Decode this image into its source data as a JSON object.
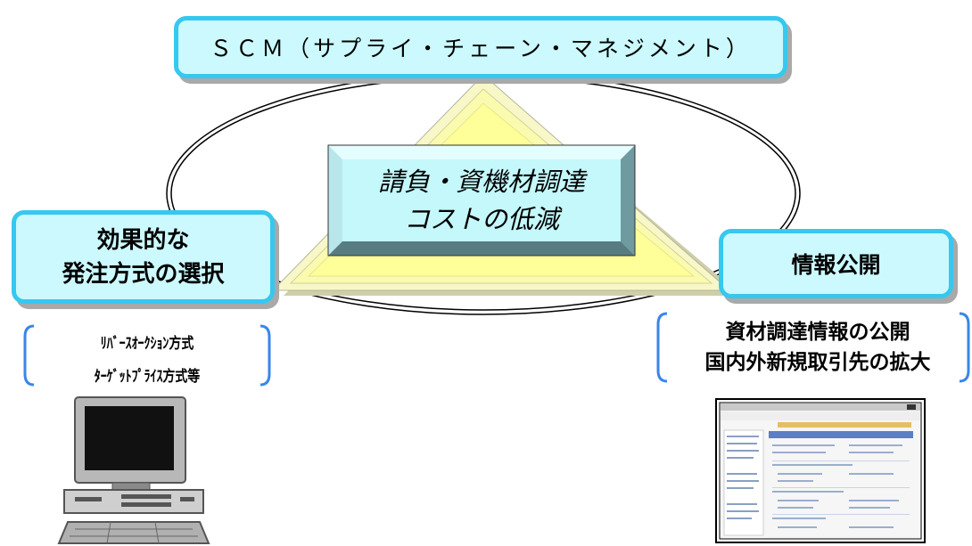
{
  "scm_title": "ＳＣＭ（サプライ・チェーン・マネジメント）",
  "center": {
    "line1": "請負・資機材調達",
    "line2": "コストの低減"
  },
  "left_box": {
    "line1": "効果的な",
    "line2": "発注方式の選択"
  },
  "right_box": {
    "label": "情報公開"
  },
  "left_notes": [
    "ﾘﾊﾞｰｽｵｰｸｼｮﾝ方式",
    "ﾀｰｹﾞｯﾄﾌﾟﾗｲｽ方式等"
  ],
  "right_notes": [
    "資材調達情報の公開",
    "国内外新規取引先の拡大"
  ],
  "icons": {
    "left_image": "desktop-computer-icon",
    "right_image": "website-screenshot"
  },
  "colors": {
    "box_fill": "#ccf9fd",
    "box_border": "#36c8ef",
    "bracket": "#3a86e8",
    "triangle": "#ffff99"
  }
}
